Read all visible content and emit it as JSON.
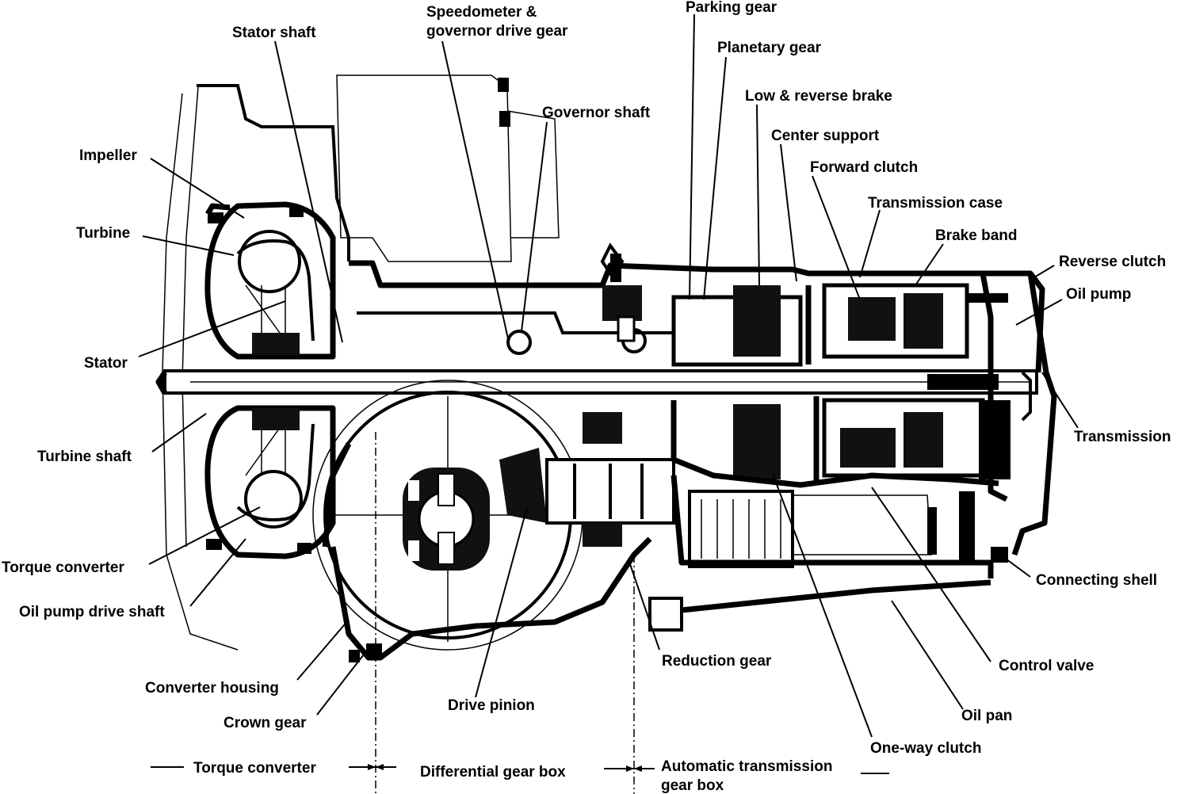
{
  "labels": {
    "speedometer_line1": "Speedometer &",
    "speedometer_line2": "governor drive gear",
    "parking_gear": "Parking gear",
    "stator_shaft": "Stator shaft",
    "planetary_gear": "Planetary gear",
    "governor_shaft": "Governor shaft",
    "low_reverse_brake": "Low & reverse brake",
    "center_support": "Center support",
    "impeller": "Impeller",
    "forward_clutch": "Forward clutch",
    "transmission_case": "Transmission case",
    "turbine": "Turbine",
    "brake_band": "Brake band",
    "reverse_clutch": "Reverse clutch",
    "oil_pump": "Oil pump",
    "stator": "Stator",
    "transmission": "Transmission",
    "turbine_shaft": "Turbine shaft",
    "torque_converter_part": "Torque converter",
    "connecting_shell": "Connecting shell",
    "oil_pump_drive_shaft": "Oil pump drive shaft",
    "reduction_gear": "Reduction gear",
    "control_valve": "Control valve",
    "converter_housing": "Converter housing",
    "drive_pinion": "Drive pinion",
    "oil_pan": "Oil pan",
    "crown_gear": "Crown gear",
    "one_way_clutch": "One-way clutch"
  },
  "sections": {
    "torque_converter": "Torque converter",
    "differential_gear_box": "Differential gear box",
    "automatic_transmission_line1": "Automatic transmission",
    "automatic_transmission_line2": "gear box"
  }
}
